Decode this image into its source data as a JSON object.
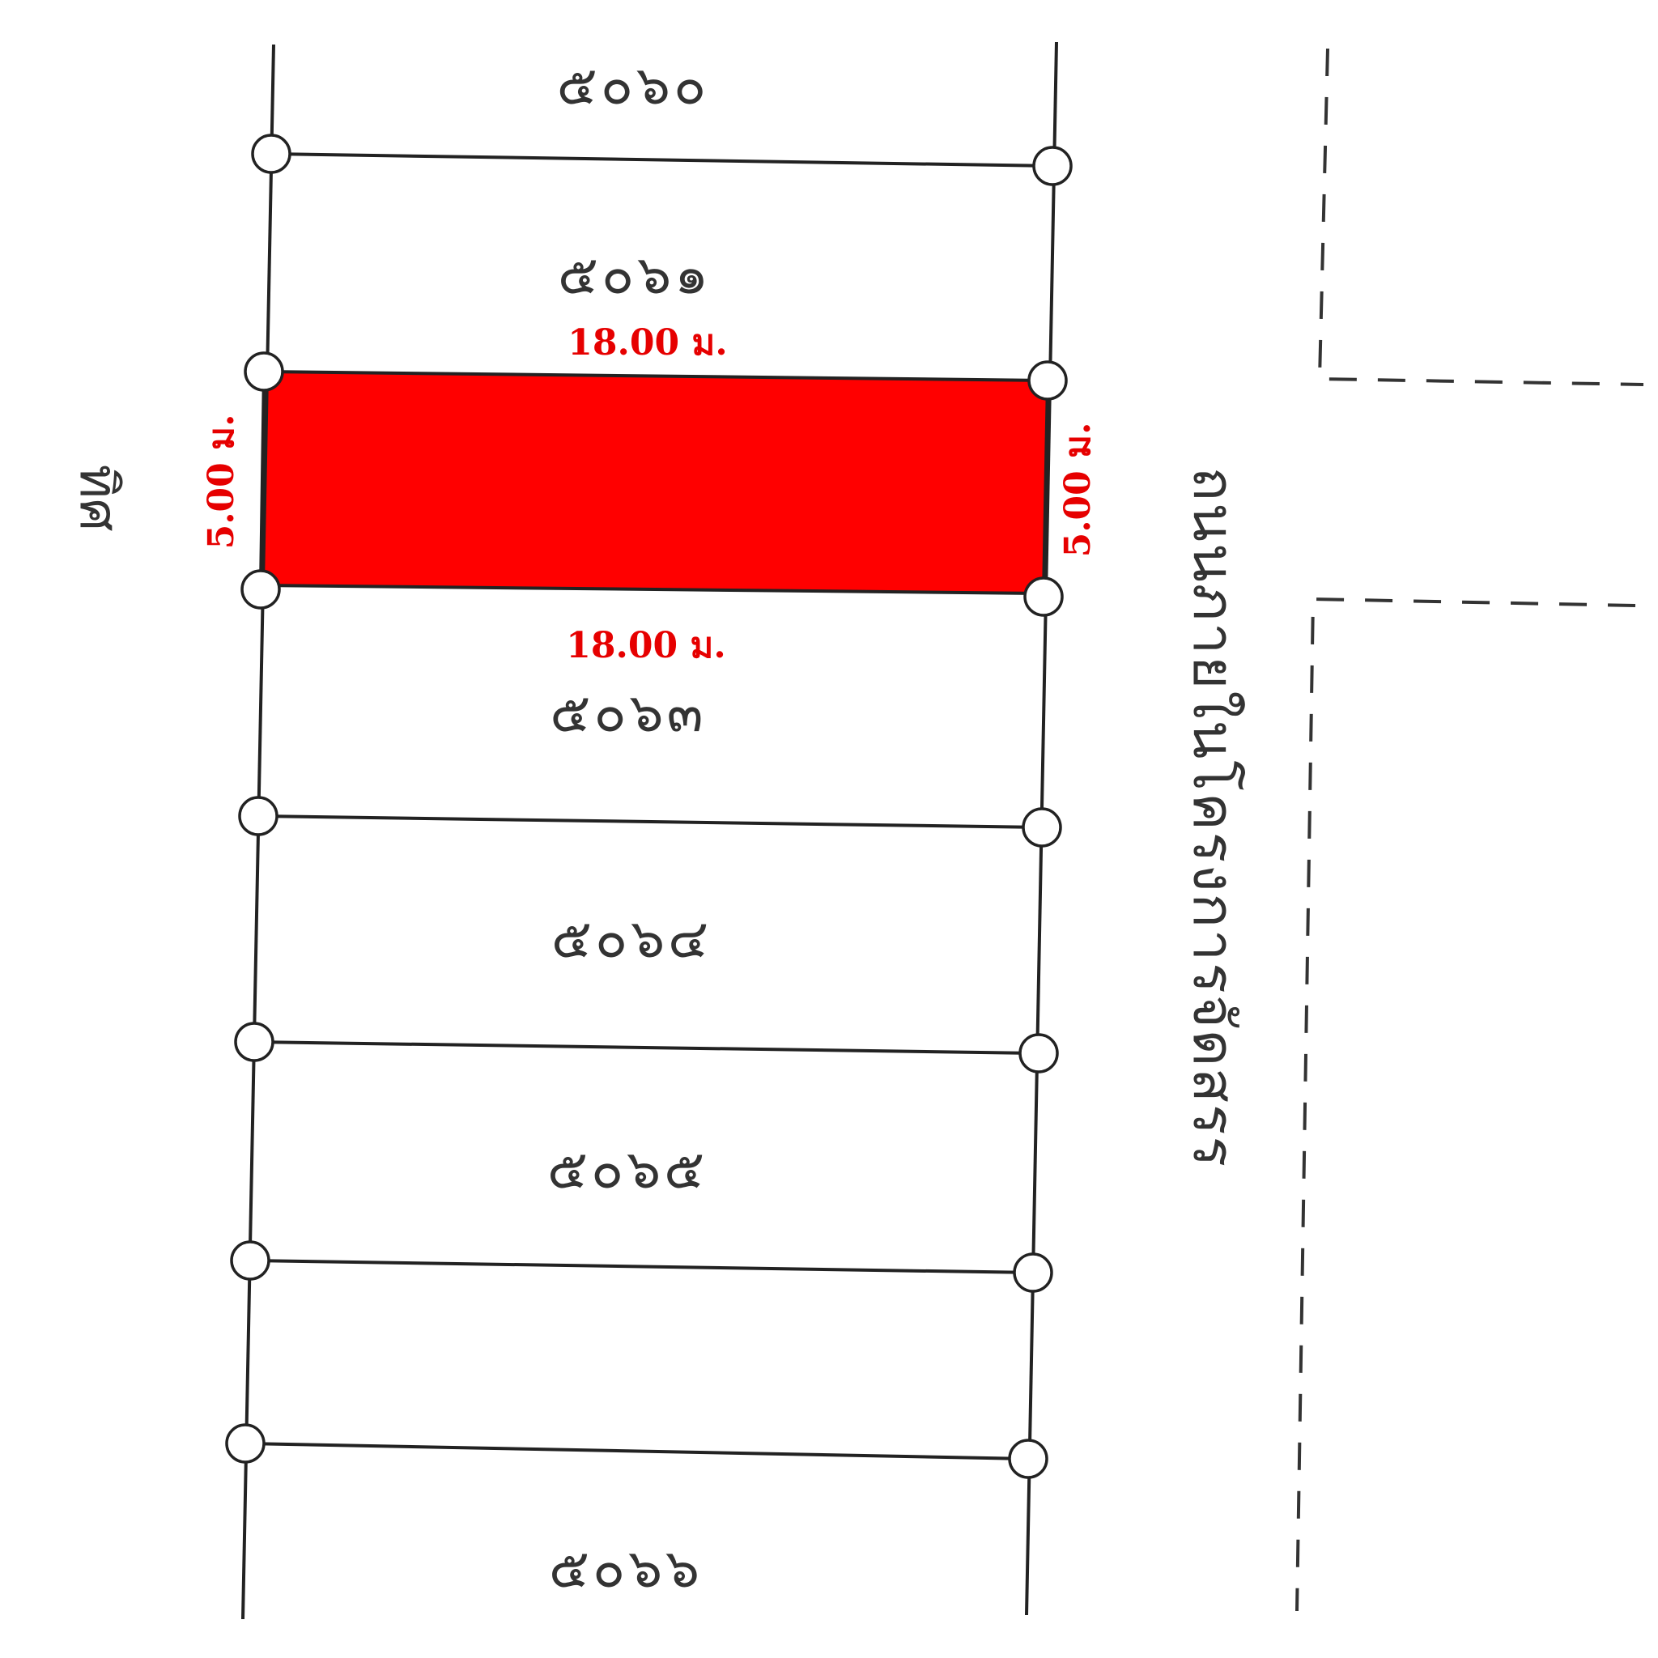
{
  "lots": [
    {
      "id": "lot-5060",
      "number": "๕๐๖๐"
    },
    {
      "id": "lot-5061",
      "number": "๕๐๖๑"
    },
    {
      "id": "lot-5063",
      "number": "๕๐๖๓"
    },
    {
      "id": "lot-5064",
      "number": "๕๐๖๔"
    },
    {
      "id": "lot-5065",
      "number": "๕๐๖๕"
    },
    {
      "id": "lot-5066",
      "number": "๕๐๖๖"
    }
  ],
  "highlighted_plot": {
    "color": "#ff0000",
    "width_label": "18.00 ม.",
    "bottom_label": "18.00 ม.",
    "left_depth_label": "5.00 ม.",
    "right_depth_label": "5.00 ม."
  },
  "road_label": "ถนนภายในโครงการจัดสรร",
  "compass_label": "ทิศ",
  "colors": {
    "line": "#222222",
    "dimension_text": "#e60000",
    "label_text": "#333333"
  }
}
